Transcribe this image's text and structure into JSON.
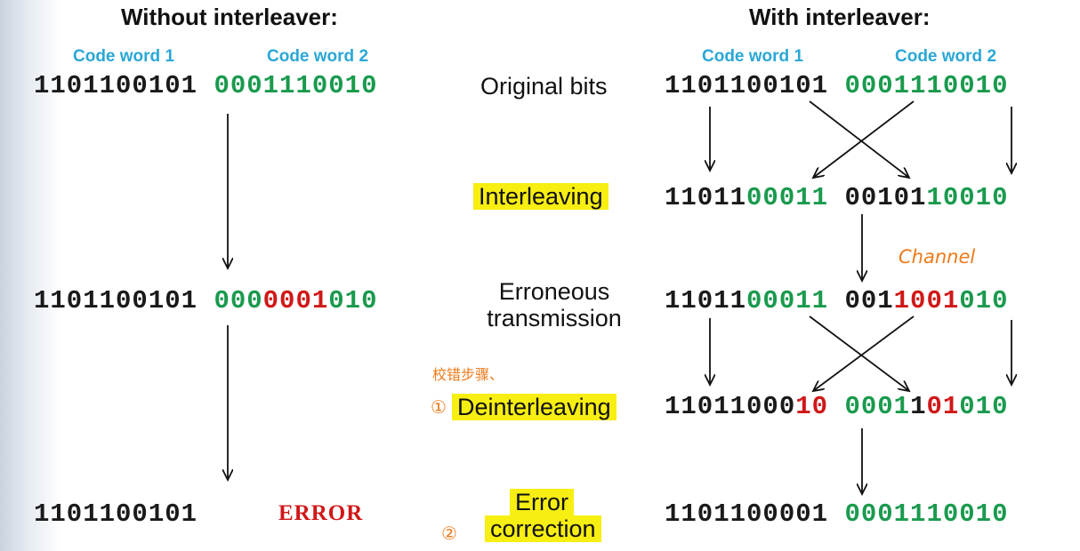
{
  "left": {
    "title": "Without interleaver:",
    "codeword1_label": "Code word 1",
    "codeword2_label": "Code word 2",
    "row1": [
      {
        "t": "1101100101 ",
        "c": "b"
      },
      {
        "t": "0001110010",
        "c": "g"
      }
    ],
    "row3": [
      {
        "t": "1101100101 ",
        "c": "b"
      },
      {
        "t": "000",
        "c": "g"
      },
      {
        "t": "0001",
        "c": "r"
      },
      {
        "t": "010",
        "c": "g"
      }
    ],
    "row5_bits": "1101100101",
    "row5_error": "ERROR"
  },
  "stages": {
    "original": "Original bits",
    "interleaving": "Interleaving",
    "erroneous_line1": "Erroneous",
    "erroneous_line2": "transmission",
    "deinterleaving": "Deinterleaving",
    "error_correction_line1": "Error",
    "error_correction_line2": "correction"
  },
  "right": {
    "title": "With interleaver:",
    "codeword1_label": "Code word 1",
    "codeword2_label": "Code word 2",
    "row1": [
      {
        "t": "1101100101 ",
        "c": "b"
      },
      {
        "t": "0001110010",
        "c": "g"
      }
    ],
    "row2": [
      {
        "t": "11011",
        "c": "b"
      },
      {
        "t": "00011 ",
        "c": "g"
      },
      {
        "t": "00101",
        "c": "b"
      },
      {
        "t": "10010",
        "c": "g"
      }
    ],
    "row3": [
      {
        "t": "11011",
        "c": "b"
      },
      {
        "t": "00011 ",
        "c": "g"
      },
      {
        "t": "001",
        "c": "b"
      },
      {
        "t": "1001",
        "c": "r"
      },
      {
        "t": "010",
        "c": "g"
      }
    ],
    "row4": [
      {
        "t": "11011000",
        "c": "b"
      },
      {
        "t": "10",
        "c": "r"
      },
      {
        "t": " 0001",
        "c": "g"
      },
      {
        "t": "1",
        "c": "b"
      },
      {
        "t": "01",
        "c": "r"
      },
      {
        "t": "010",
        "c": "g"
      }
    ],
    "row5": [
      {
        "t": "1101100001 ",
        "c": "b"
      },
      {
        "t": "0001110010",
        "c": "g"
      }
    ]
  },
  "annotations": {
    "channel": "Channel",
    "steps_note": "校错步骤、",
    "step1": "①",
    "step2": "②"
  },
  "colors": {
    "black_bits": "#1a1a1a",
    "green_bits": "#1a9a4e",
    "red_bits": "#d01818",
    "label_blue": "#2aa7d6",
    "highlight": "#f7ee12",
    "handwriting": "#ef7a1a"
  }
}
